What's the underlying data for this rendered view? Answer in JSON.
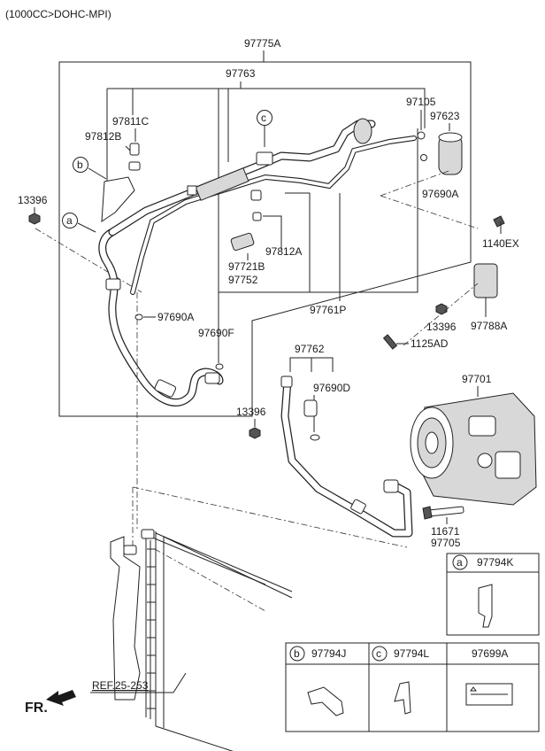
{
  "header": {
    "engine_spec": "(1000CC>DOHC-MPI)"
  },
  "labels": {
    "p97775A": "97775A",
    "p97763": "97763",
    "p97811C": "97811C",
    "p97812B": "97812B",
    "p97105": "97105",
    "p97623": "97623",
    "p13396_a": "13396",
    "p97690A_top": "97690A",
    "p1140EX": "1140EX",
    "p97812A": "97812A",
    "p97721B": "97721B",
    "p97752": "97752",
    "p97761P": "97761P",
    "p97690A_bottom": "97690A",
    "p97690F": "97690F",
    "p13396_b": "13396",
    "p97788A": "97788A",
    "p1125AD": "1125AD",
    "p97762": "97762",
    "p97690D": "97690D",
    "p97701": "97701",
    "p13396_c": "13396",
    "p11671": "11671",
    "p97705": "97705",
    "ref": "REF.25-253",
    "fr": "FR."
  },
  "callouts": {
    "a": "a",
    "b": "b",
    "c": "c"
  },
  "legend": {
    "a": {
      "letter": "a",
      "part": "97794K"
    },
    "b": {
      "letter": "b",
      "part": "97794J"
    },
    "c": {
      "letter": "c",
      "part": "97794L"
    },
    "d": {
      "part": "97699A"
    }
  }
}
